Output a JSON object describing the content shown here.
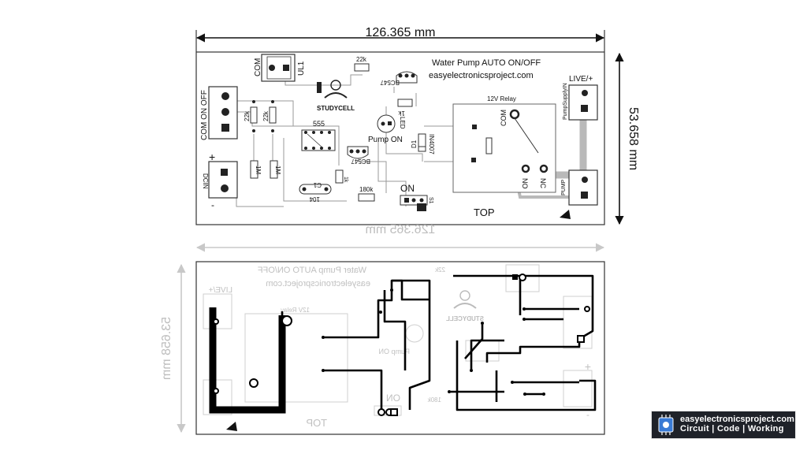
{
  "dimension_width": "126.365 mm",
  "dimension_height": "53.658 mm",
  "title": "Water Pump AUTO ON/OFF",
  "website": "easyelectronicsproject.com",
  "logo_text": "STUDYCELL",
  "labels": {
    "com": "COM",
    "ul1": "UL1",
    "com_on_off": "COM  ON  OFF",
    "r_22k_top": "22k",
    "r_22k_a": "22k",
    "r_22k_b": "22k",
    "ic_555": "555",
    "bc547_a": "BC547",
    "bc547_b": "BC547",
    "led": "LED",
    "r_1k_led": "1k",
    "pump_on": "Pump  ON",
    "d1": "D1",
    "in4007": "IN4007",
    "relay": "12V Relay",
    "relay_com": "COM",
    "relay_no": "NO",
    "relay_nc": "NC",
    "live": "LIVE/+",
    "pump_supply_in": "PumpSupplyIN",
    "pump": "PUMP",
    "plus": "+",
    "minus": "-",
    "dcin": "DCIN",
    "r_1m_a": "1M",
    "r_1m_b": "1M",
    "c1": "C1",
    "c104": "104",
    "r_1k_b": "1k",
    "r_180k": "180k",
    "on": "ON",
    "s1": "S1",
    "top": "TOP"
  },
  "brand": {
    "site": "easyelectronicsproject.com",
    "tagline": "Circuit | Code | Working"
  },
  "colors": {
    "ink": "#1a1a1a",
    "faint": "#bdbdbd",
    "trace_top": "#b9b9b9",
    "trace_bottom": "#000000",
    "brand_bg": "#1f2229"
  }
}
